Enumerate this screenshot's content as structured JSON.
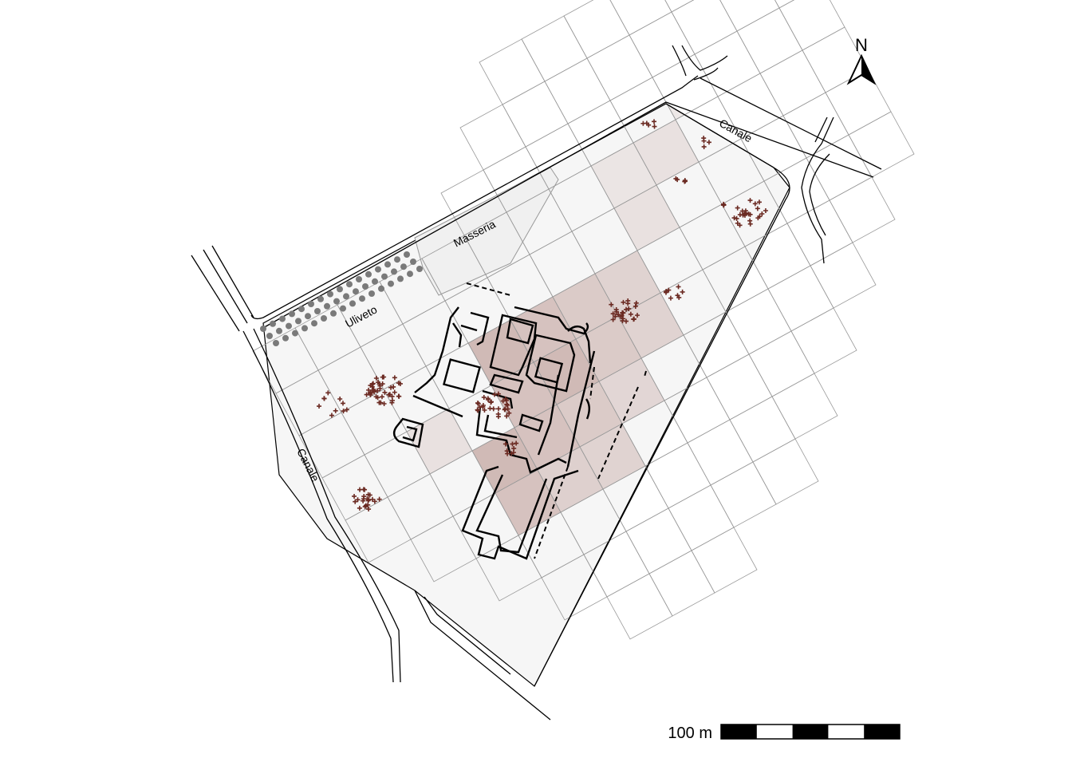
{
  "labels": {
    "canale_ne": "Canale",
    "canale_sw": "Canale",
    "masseria": "Masseria",
    "uliveto": "Uliveto",
    "north": "N"
  },
  "scale": {
    "label": "100 m",
    "segments": 5
  },
  "colors": {
    "finds": "#6b2a22",
    "density": "#8a4a40",
    "grid_line": "#9a9a9a",
    "grid_fill": "#f5f5f5",
    "structures": "#000000",
    "olive_trees": "#7a7a7a"
  },
  "finds_marker": "plus-icon",
  "olive_marker": "circle-icon"
}
